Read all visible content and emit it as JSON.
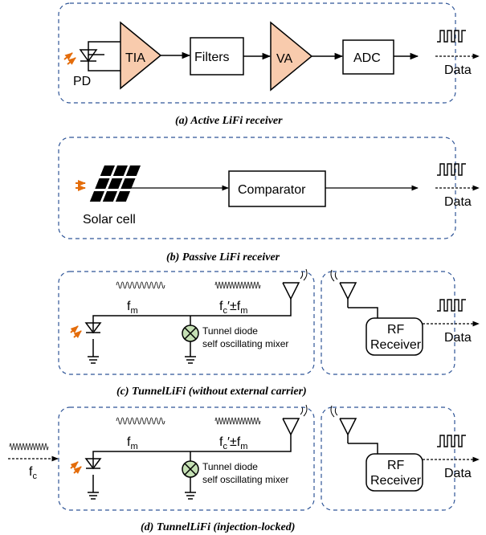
{
  "panel_a": {
    "pd_label": "PD",
    "tia_label": "TIA",
    "filters_label": "Filters",
    "va_label": "VA",
    "adc_label": "ADC",
    "data_label": "Data",
    "caption": "(a) Active LiFi receiver"
  },
  "panel_b": {
    "solar_label": "Solar cell",
    "comparator_label": "Comparator",
    "data_label": "Data",
    "caption": "(b) Passive LiFi receiver"
  },
  "panel_c": {
    "fm_label": "f",
    "fm_sub": "m",
    "fc_label": "f",
    "fc_sub": "c",
    "fc_pm": "′±f",
    "fc_sub2": "m",
    "mixer_line1": "Tunnel diode",
    "mixer_line2": "self oscillating mixer",
    "rf_line1": "RF",
    "rf_line2": "Receiver",
    "data_label": "Data",
    "caption": "(c) TunnelLiFi (without external carrier)"
  },
  "panel_d": {
    "ext_fc_label": "f",
    "ext_fc_sub": "c",
    "fm_label": "f",
    "fm_sub": "m",
    "fc_label": "f",
    "fc_sub": "c",
    "fc_pm": "′±f",
    "fc_sub2": "m",
    "mixer_line1": "Tunnel diode",
    "mixer_line2": "self oscillating mixer",
    "rf_line1": "RF",
    "rf_line2": "Receiver",
    "data_label": "Data",
    "caption": "(d) TunnelLiFi (injection-locked)"
  },
  "colors": {
    "amplifier_fill": "#f8cbad",
    "mixer_fill": "#c5e0b4",
    "border_dash": "#2f5597",
    "light_arrow": "#e46c0a"
  }
}
